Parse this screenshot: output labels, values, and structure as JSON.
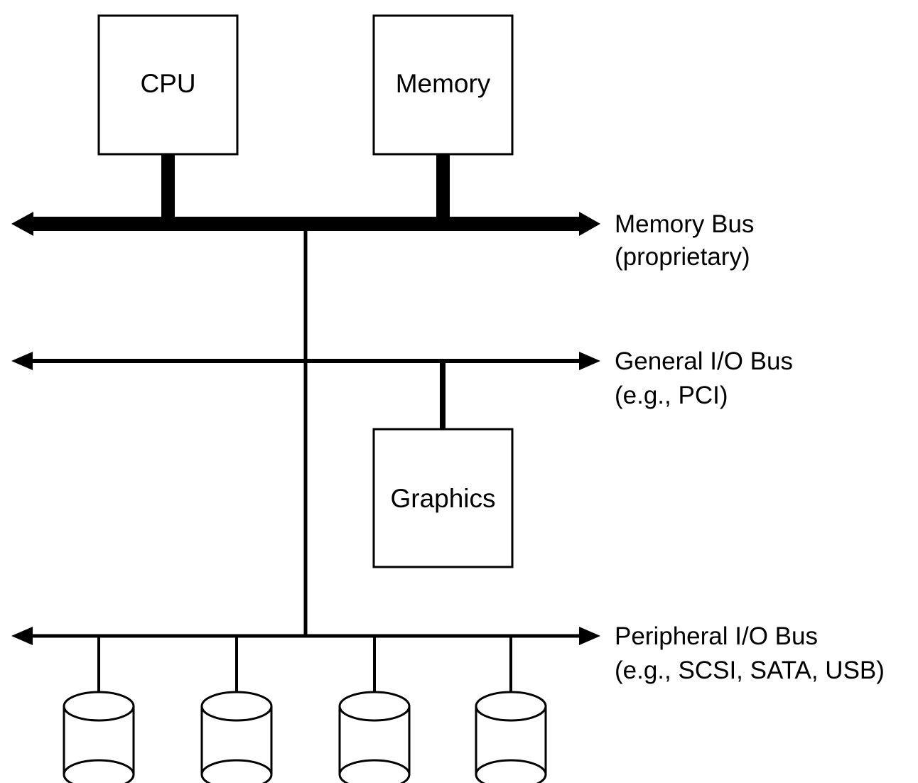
{
  "diagram": {
    "components": {
      "cpu": "CPU",
      "memory": "Memory",
      "graphics": "Graphics"
    },
    "buses": {
      "memory_bus": {
        "name": "Memory Bus",
        "detail": "(proprietary)"
      },
      "general_io_bus": {
        "name": "General I/O Bus",
        "detail": "(e.g., PCI)"
      },
      "peripheral_io_bus": {
        "name": "Peripheral I/O Bus",
        "detail": "(e.g., SCSI, SATA, USB)"
      }
    },
    "devices": [
      {
        "icon": "disk-icon"
      },
      {
        "icon": "disk-icon"
      },
      {
        "icon": "disk-icon"
      },
      {
        "icon": "disk-icon"
      }
    ],
    "colors": {
      "stroke": "#000000",
      "background": "#ffffff"
    }
  }
}
